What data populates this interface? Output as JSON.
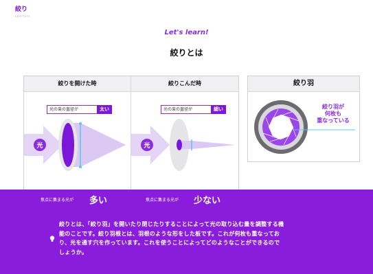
{
  "header": {
    "title": "絞り",
    "subtitle": "aperture"
  },
  "lesson": {
    "lets_learn": "Let's learn!",
    "heading": "絞りとは"
  },
  "panel": {
    "left_title": "絞りを開けた時",
    "right_title": "絞りこんだ時",
    "left_label": "光の束の直径が",
    "left_tag": "太い",
    "right_label": "光の束の直径が",
    "right_tag": "細い",
    "light_label": "光"
  },
  "blade": {
    "title": "絞り羽",
    "caption_line1": "絞り羽が",
    "caption_line2": "何枚も",
    "caption_line3": "重なっている"
  },
  "stats": {
    "left_small": "焦点に集まる光が",
    "left_big": "多い",
    "right_small": "焦点に集まる光が",
    "right_big": "少ない"
  },
  "explanation": {
    "line1": "絞りとは、「絞り羽」を開いたり閉じたりすることによって光の取り込む量を調整する機",
    "line2": "能のことです。絞り羽根とは、羽根のような形をした板です。これが何枚も重なってお",
    "line3": "り、光を通す穴を作っています。これを使うことによってどのようなことができるので",
    "line4": "しょうか。"
  },
  "colors": {
    "accent": "#8a2be2",
    "band": "#8a1ddb",
    "light_fill": "#d9c2f3"
  }
}
